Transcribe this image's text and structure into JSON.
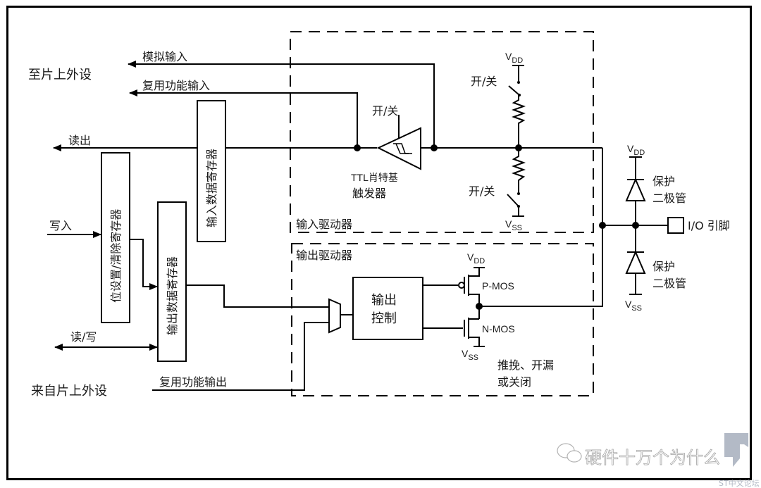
{
  "diagram": {
    "left_labels": {
      "to_peripheral": "至片上外设",
      "analog_input": "模拟输入",
      "alt_func_input": "复用功能输入",
      "read": "读出",
      "write": "写入",
      "read_write": "读/写",
      "from_peripheral": "来自片上外设",
      "alt_func_output": "复用功能输出"
    },
    "registers": {
      "input_data": "输入数据寄存器",
      "bit_set_reset": "位设置/清除寄存器",
      "output_data": "输出数据寄存器"
    },
    "input_driver": {
      "title": "输入驱动器",
      "schmitt_switch": "开/关",
      "schmitt_line1": "TTL肖特基",
      "schmitt_line2": "触发器",
      "pullup_switch": "开/关",
      "pulldown_switch": "开/关",
      "vdd": "V",
      "vdd_sub": "DD",
      "vss": "V",
      "vss_sub": "SS"
    },
    "output_driver": {
      "title": "输出驱动器",
      "control_line1": "输出",
      "control_line2": "控制",
      "pmos": "P-MOS",
      "nmos": "N-MOS",
      "vdd": "V",
      "vdd_sub": "DD",
      "vss": "V",
      "vss_sub": "SS",
      "mode_line1": "推挽、开漏",
      "mode_line2": "或关闭"
    },
    "protection": {
      "vdd": "V",
      "vdd_sub": "DD",
      "vss": "V",
      "vss_sub": "SS",
      "diode_top_line1": "保护",
      "diode_top_line2": "二极管",
      "diode_bottom_line1": "保护",
      "diode_bottom_line2": "二极管",
      "io_pin": "I/O 引脚"
    }
  },
  "watermark": {
    "text": "硬件十万个为什么",
    "sub_text": "ST中文论坛",
    "icon": "wechat-icon"
  }
}
